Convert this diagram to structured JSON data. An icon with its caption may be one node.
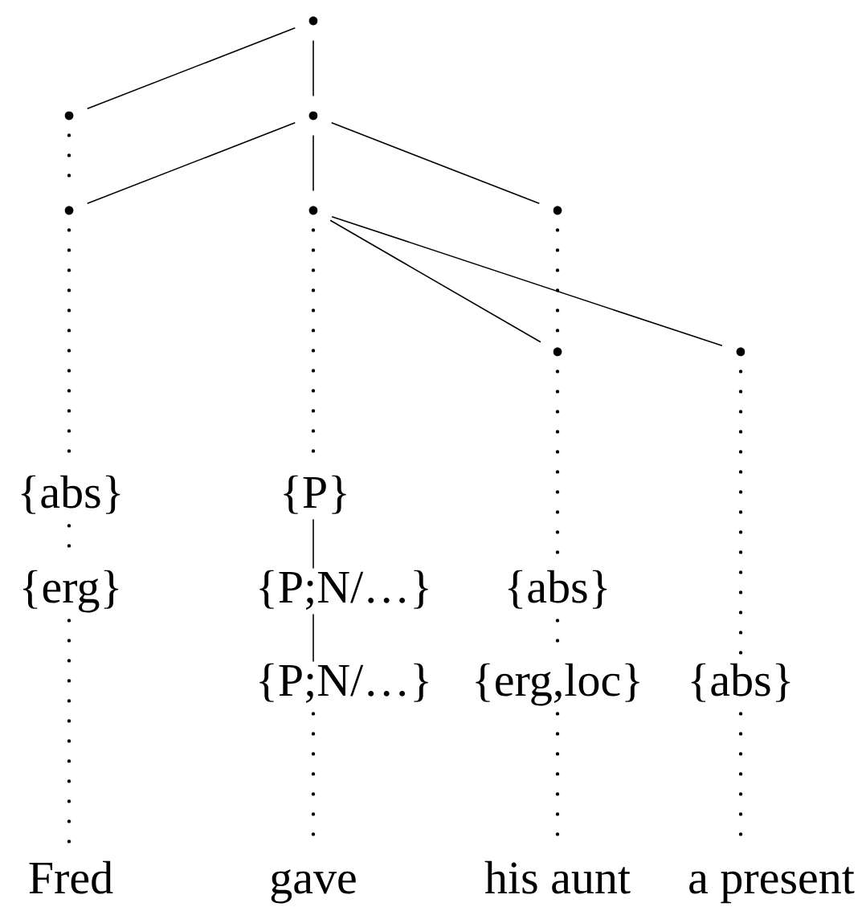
{
  "diagram": {
    "nodes": [
      {
        "text": [],
        "shape": "circle"
      },
      {
        "text": [],
        "shape": "circle"
      },
      {
        "text": [],
        "shape": "circle"
      },
      {
        "text": [],
        "shape": "circle"
      },
      {
        "text": [],
        "shape": "circle"
      },
      {
        "text": [],
        "shape": "circle"
      },
      {
        "text": [],
        "shape": "circle"
      },
      {
        "text": [],
        "shape": "circle"
      },
      {
        "text": [
          "{abs}"
        ]
      },
      {
        "text": [
          "{P}"
        ]
      },
      {
        "text": [
          "{erg}"
        ]
      },
      {
        "text": [
          "{P;N/…}"
        ]
      },
      {
        "text": [
          "{abs}"
        ]
      },
      {
        "text": [
          "{P;N/…}"
        ]
      },
      {
        "text": [
          "{erg,loc}"
        ]
      },
      {
        "text": [
          "{abs}"
        ]
      },
      {
        "text": [
          "Fred"
        ]
      },
      {
        "text": [
          "gave"
        ]
      },
      {
        "text": [
          "his aunt"
        ]
      },
      {
        "text": [
          "a present"
        ]
      }
    ],
    "edges": [
      {
        "from": 0,
        "to": 1,
        "arrow": "none"
      },
      {
        "from": 0,
        "to": 2,
        "arrow": "none"
      },
      {
        "from": 2,
        "to": 3,
        "arrow": "none"
      },
      {
        "from": 2,
        "to": 4,
        "arrow": "none"
      },
      {
        "from": 2,
        "to": 5,
        "arrow": "none"
      },
      {
        "from": 4,
        "to": 6,
        "arrow": "none"
      },
      {
        "from": 4,
        "to": 7,
        "arrow": "none"
      },
      {
        "from": 9,
        "to": 11,
        "arrow": "none"
      },
      {
        "from": 11,
        "to": 13,
        "arrow": "none"
      },
      {
        "from": 1,
        "to": 3,
        "arrow": "none",
        "style": "dashed"
      },
      {
        "from": 3,
        "to": 8,
        "arrow": "none",
        "style": "dashed"
      },
      {
        "from": 8,
        "to": 10,
        "arrow": "none",
        "style": "dashed"
      },
      {
        "from": 10,
        "to": 16,
        "arrow": "none",
        "style": "dashed"
      },
      {
        "from": 4,
        "to": 9,
        "arrow": "none",
        "style": "dashed"
      },
      {
        "from": 13,
        "to": 17,
        "arrow": "none",
        "style": "dashed"
      },
      {
        "from": 5,
        "to": 6,
        "arrow": "none",
        "style": "dashed"
      },
      {
        "from": 6,
        "to": 12,
        "arrow": "none",
        "style": "dashed"
      },
      {
        "from": 12,
        "to": 14,
        "arrow": "none",
        "style": "dashed"
      },
      {
        "from": 14,
        "to": 18,
        "arrow": "none",
        "style": "dashed"
      },
      {
        "from": 7,
        "to": 15,
        "arrow": "none",
        "style": "dashed"
      },
      {
        "from": 15,
        "to": 19,
        "arrow": "none",
        "style": "dashed"
      }
    ]
  }
}
